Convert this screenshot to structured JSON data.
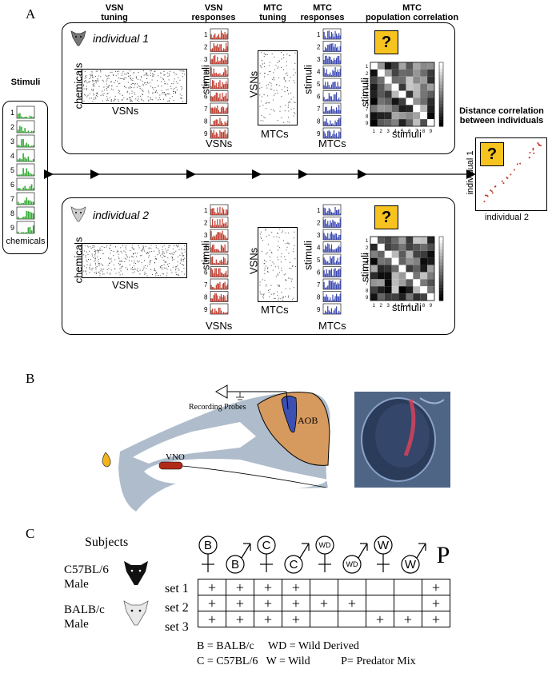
{
  "panelA": {
    "letter": "A",
    "headers": {
      "vsn_tuning": [
        "VSN",
        "tuning"
      ],
      "vsn_responses": [
        "VSN",
        "responses"
      ],
      "mtc_tuning": [
        "MTC",
        "tuning"
      ],
      "mtc_responses": [
        "MTC",
        "responses"
      ],
      "mtc_pop": [
        "MTC",
        "population correlation"
      ]
    },
    "stimuli_title": "Stimuli",
    "stimuli_numbers": [
      "1",
      "2",
      "3",
      "4",
      "5",
      "6",
      "7",
      "8",
      "9"
    ],
    "stimuli_xlabel": "chemicals",
    "individual1": "individual 1",
    "individual2": "individual 2",
    "chemicals": "chemicals",
    "vsns": "VSNs",
    "stimuli": "stimuli",
    "mtcs": "MTCs",
    "question": "?",
    "corr_ticks": [
      "1",
      "2",
      "3",
      "4",
      "5",
      "6",
      "7",
      "8",
      "9"
    ],
    "distance_title": [
      "Distance correlation",
      "between individuals"
    ],
    "individual1_axis": "individual 1",
    "individual2_axis": "individual 2",
    "colors": {
      "vsn": "#c0392b",
      "mtc": "#3a47b0",
      "stim": "#33aa33",
      "question": "#f7c31f"
    }
  },
  "panelB": {
    "letter": "B",
    "recording": "Recording Probes",
    "aob": "AOB",
    "vno": "VNO"
  },
  "panelC": {
    "letter": "C",
    "subjects": "Subjects",
    "strain1": [
      "C57BL/6",
      "Male"
    ],
    "strain2": [
      "BALB/c",
      "Male"
    ],
    "symbols": [
      "B",
      "B",
      "C",
      "C",
      "WD",
      "WD",
      "W",
      "W",
      "P"
    ],
    "rows": [
      {
        "label": "set 1",
        "cells": [
          "+",
          "+",
          "+",
          "+",
          "",
          "",
          "",
          "",
          "+"
        ]
      },
      {
        "label": "set 2",
        "cells": [
          "+",
          "+",
          "+",
          "+",
          "+",
          "+",
          "",
          "",
          "+"
        ]
      },
      {
        "label": "set 3",
        "cells": [
          "+",
          "+",
          "+",
          "+",
          "",
          "",
          "+",
          "+",
          "+"
        ]
      }
    ],
    "legend1": "B = BALB/c     WD = Wild Derived",
    "legend2": "C = C57BL/6   W = Wild           P= Predator Mix"
  }
}
